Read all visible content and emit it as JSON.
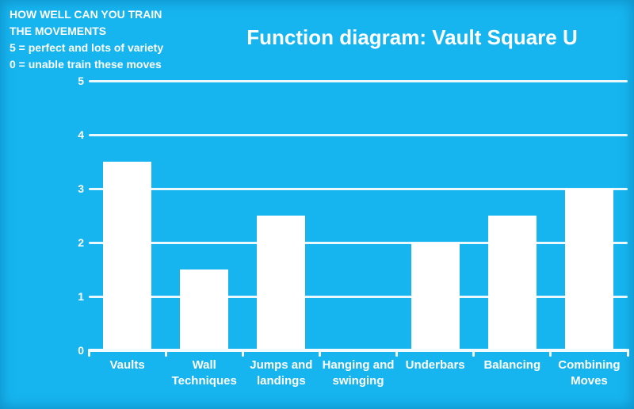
{
  "background_color": "#16b5f0",
  "annotation": {
    "lines": [
      "HOW WELL CAN YOU TRAIN",
      "THE MOVEMENTS",
      "5 = perfect and lots of variety",
      "0 = unable train these moves"
    ]
  },
  "chart_data": {
    "type": "bar",
    "title": "Function diagram: Vault Square U",
    "categories": [
      "Vaults",
      "Wall Techniques",
      "Jumps and landings",
      "Hanging and swinging",
      "Underbars",
      "Balancing",
      "Combining Moves"
    ],
    "values": [
      3.5,
      1.5,
      2.5,
      0,
      2,
      2.5,
      3
    ],
    "xlabel": "",
    "ylabel": "",
    "y_ticks": [
      0,
      1,
      2,
      3,
      4,
      5
    ],
    "ylim": [
      0,
      5
    ],
    "grid": "horizontal",
    "legend": "none",
    "bar_color": "#ffffff",
    "grid_color": "#e8f8fd",
    "axis_color": "#f2fbfe",
    "text_color": "#ffffff"
  }
}
